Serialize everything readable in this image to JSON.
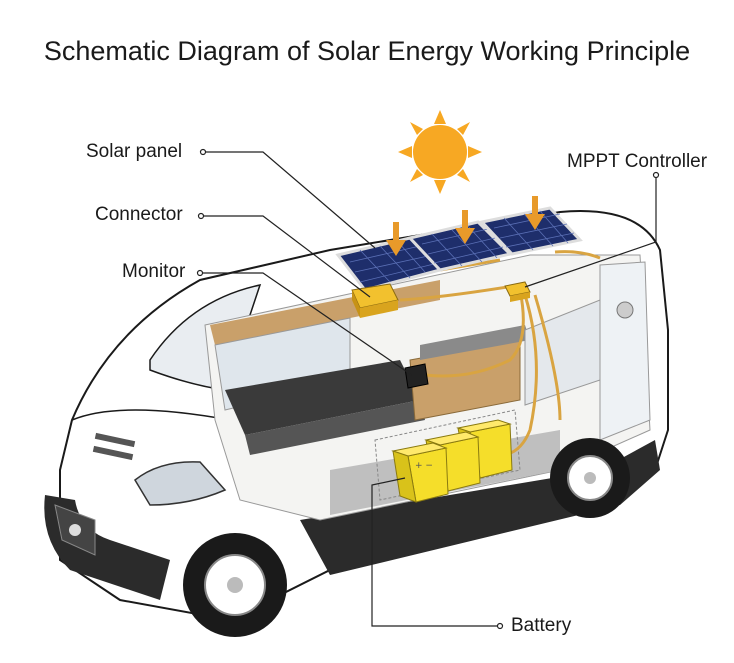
{
  "title": "Schematic Diagram of Solar Energy Working Principle",
  "labels": {
    "solar_panel": "Solar panel",
    "connector": "Connector",
    "monitor": "Monitor",
    "mppt_controller": "MPPT Controller",
    "battery": "Battery"
  },
  "colors": {
    "sun": "#F7A823",
    "arrow": "#E89A2A",
    "panel": "#1E2E6B",
    "battery": "#F5DE2A",
    "connector_box": "#F2C12E",
    "wire": "#D9A441",
    "van_body": "#FFFFFF",
    "van_lower": "#2B2B2B",
    "interior_wood": "#C9A06A",
    "label_line": "#222222"
  }
}
